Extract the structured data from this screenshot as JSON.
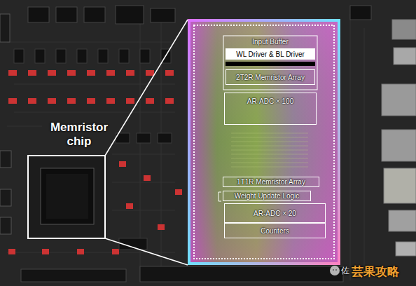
{
  "diagram": {
    "nodes": [
      {
        "text": [
          "Input Buffer"
        ]
      },
      {
        "text": [
          "WL Driver & BL Driver"
        ]
      },
      {
        "text": [
          "2T2R Memristor Array"
        ]
      },
      {
        "text": [
          "AR-ADC × 100"
        ]
      },
      {
        "text": [
          "1T1R Memristor Array"
        ]
      },
      {
        "text": [
          "Weight Update Logic"
        ]
      },
      {
        "text": [
          "AR-ADC × 20"
        ]
      },
      {
        "text": [
          "Counters"
        ]
      }
    ],
    "labels": [
      "Memristor chip",
      "佐",
      "芸果攻略"
    ]
  }
}
